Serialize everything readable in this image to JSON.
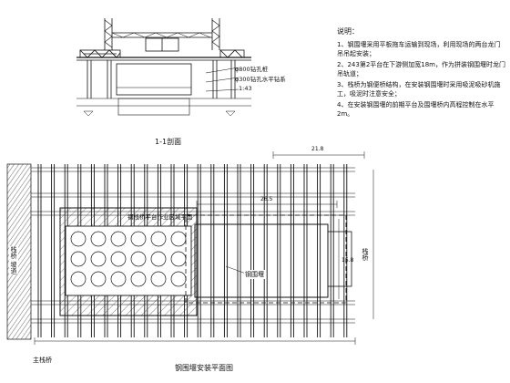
{
  "section": {
    "caption": "1-1剖面",
    "callouts": [
      "φ800钻孔桩",
      "φ300钻孔水平钻系"
    ],
    "scale_note": "1:43"
  },
  "plan": {
    "caption": "钢围堰安装平面图",
    "platform_label": "钢栈桥平台作业区域平面",
    "cofferdam_label": "钢围堰",
    "right_side_label": "栈桥",
    "left_side_label": "栈桥 坡道",
    "bottom_left_label": "主栈桥",
    "dim_top": "21.8",
    "dim_mid": "26.5",
    "dim_right": "15.8"
  },
  "notes": {
    "title": "说明：",
    "items": [
      "1、钢围堰采用平板拖车运输到现场，利用现场的两台龙门吊吊起安装；",
      "2、243第2平台在下游侧加宽18m，作为拼装钢围堰时龙门吊轨道；",
      "3、栈桥为钢便桥结构，在安装钢围堰时采用吸泥吸砂机施工，吸泥时注意安全；",
      "4、在安装钢围堰的前期平台及围堰桥内高程控制在水平2m。"
    ]
  }
}
